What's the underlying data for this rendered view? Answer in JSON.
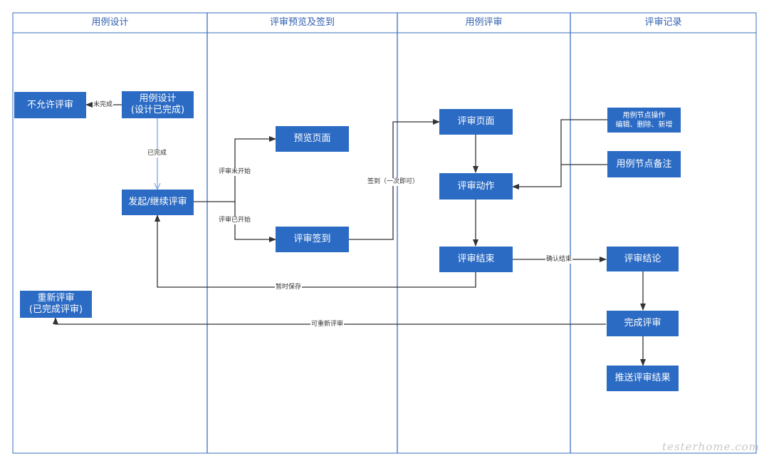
{
  "lanes": [
    "用例设计",
    "评审预览及签到",
    "用例评审",
    "评审记录"
  ],
  "nodes": {
    "not_allowed": [
      "不允许评审"
    ],
    "case_design": [
      "用例设计",
      "(设计已完成)"
    ],
    "start_review": [
      "发起/继续评审"
    ],
    "rereview": [
      "重新评审",
      "(已完成评审)"
    ],
    "preview_page": [
      "预览页面"
    ],
    "review_signin": [
      "评审签到"
    ],
    "review_page": [
      "评审页面"
    ],
    "review_action": [
      "评审动作"
    ],
    "review_end": [
      "评审结束"
    ],
    "node_ops": [
      "用例节点操作",
      "编辑、删除、新增"
    ],
    "node_remark": [
      "用例节点备注"
    ],
    "conclusion": [
      "评审结论"
    ],
    "complete": [
      "完成评审"
    ],
    "push": [
      "推送评审结果"
    ]
  },
  "edge_labels": {
    "not_done": "未完成",
    "done": "已完成",
    "not_started": "评审未开始",
    "started": "评审已开始",
    "signin_once": "签到（一次即可）",
    "confirm_end": "确认结束",
    "temp_save": "暂时保存",
    "can_rereview": "可重新评审"
  },
  "watermark": "testerhome.com",
  "colors": {
    "node": "#2b6bc4",
    "lane_border": "#3a6fc2",
    "edge": "#333333",
    "edge_light": "#7aa7e0"
  }
}
